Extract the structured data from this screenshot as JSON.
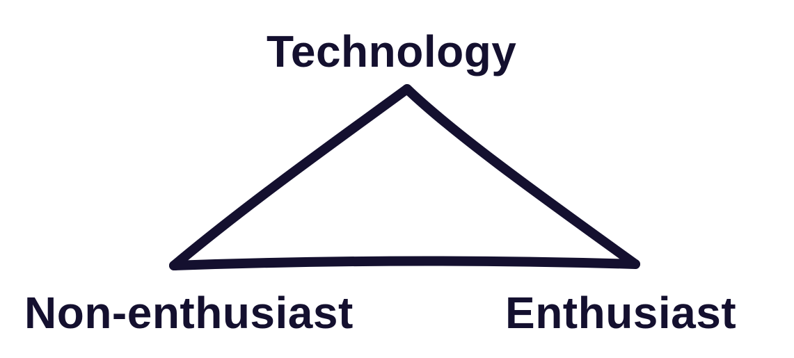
{
  "diagram": {
    "top_label": "Technology",
    "left_label": "Non-enthusiast",
    "right_label": "Enthusiast"
  },
  "colors": {
    "ink": "#14102f",
    "background": "#ffffff"
  }
}
